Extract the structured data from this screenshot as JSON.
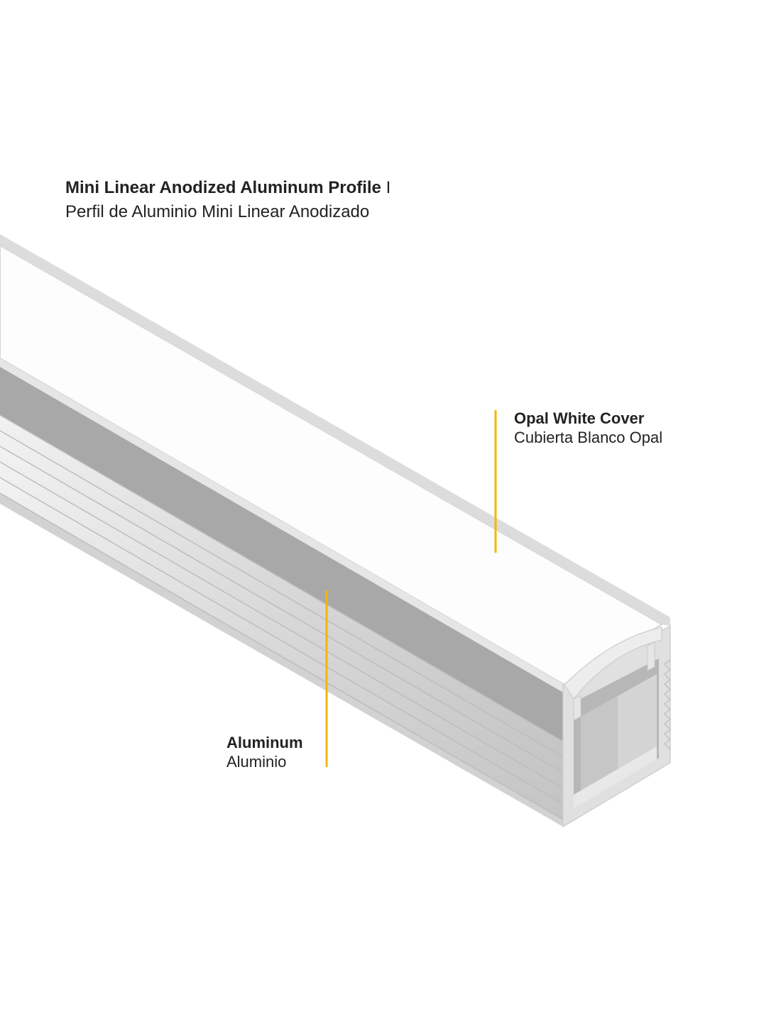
{
  "header": {
    "title_en": "Mini Linear Anodized Aluminum Profile",
    "title_separator": "I",
    "title_es": "Perfil de Aluminio Mini Linear Anodizado"
  },
  "callouts": {
    "cover": {
      "label_en": "Opal White Cover",
      "label_es": "Cubierta Blanco Opal"
    },
    "aluminum": {
      "label_en": "Aluminum",
      "label_es": "Aluminio"
    }
  },
  "colors": {
    "leader_line": "#F2B705",
    "cover_face": "#FDFDFD",
    "cover_edge": "#D9D9D9",
    "aluminum_side": "#E2E2E2",
    "aluminum_shadow": "#A8A8A8",
    "aluminum_dark": "#B9B9B9",
    "text": "#222222"
  }
}
